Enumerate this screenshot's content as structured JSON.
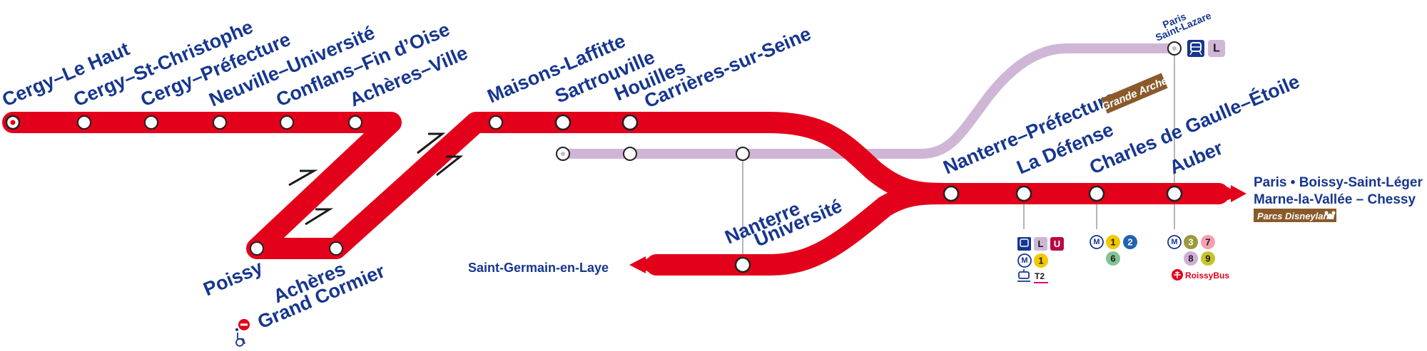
{
  "stations": {
    "cergy_le_haut": "Cergy–Le Haut",
    "cergy_st_christophe": "Cergy–St-Christophe",
    "cergy_prefecture": "Cergy–Préfecture",
    "neuville_universite": "Neuville–Université",
    "conflans_fin_doise": "Conflans–Fin d’Oise",
    "acheres_ville": "Achères–Ville",
    "maisons_laffitte": "Maisons-Laffitte",
    "sartrouville": "Sartrouville",
    "houilles": "Houilles",
    "carrieres_sur_seine": "Carrières-sur-Seine",
    "nanterre_universite_1": "Nanterre",
    "nanterre_universite_2": "Université",
    "nanterre_prefecture": "Nanterre–Préfecture",
    "la_defense": "La Défense",
    "charles_de_gaulle_etoile": "Charles de Gaulle–Étoile",
    "auber": "Auber",
    "poissy": "Poissy",
    "acheres_gc_1": "Achères",
    "acheres_gc_2": "Grand Cormier",
    "paris_saint_lazare_1": "Paris",
    "paris_saint_lazare_2": "Saint-Lazare"
  },
  "terminus": {
    "east_1": "Paris • Boissy-Saint-Léger",
    "east_2": "Marne-la-Vallée – Chessy",
    "west": "Saint-Germain-en-Laye"
  },
  "badges": {
    "grande_arche": "Grande Arche",
    "parcs_disneyland": "Parcs Disneyland"
  },
  "connections": {
    "saint_lazare_line": "L",
    "defense_l": "L",
    "defense_u": "U",
    "defense_metro": "1",
    "defense_tram": "T2",
    "cdg_metro_1": "1",
    "cdg_metro_2": "2",
    "cdg_metro_6": "6",
    "auber_metro_3": "3",
    "auber_metro_7": "7",
    "auber_metro_8": "8",
    "auber_metro_9": "9",
    "metro_letter": "M",
    "roissybus": "RoissyBus"
  },
  "colors": {
    "rer_a": "#e2001a",
    "line_l": "#cfb6d6",
    "label": "#16368f",
    "badge": "#8a5a2b",
    "line_u": "#b90845",
    "metro_1": "#f2c800",
    "metro_2": "#1f63b4",
    "metro_6": "#83c491",
    "metro_3": "#9b993b",
    "metro_7": "#f59fb3",
    "metro_8": "#cfadd4",
    "metro_9": "#c5c429"
  },
  "icons": [
    "train-icon",
    "metro-icon",
    "tram-icon",
    "wheelchair-icon",
    "no-entry-icon",
    "airplane-icon",
    "mickey-icon"
  ]
}
